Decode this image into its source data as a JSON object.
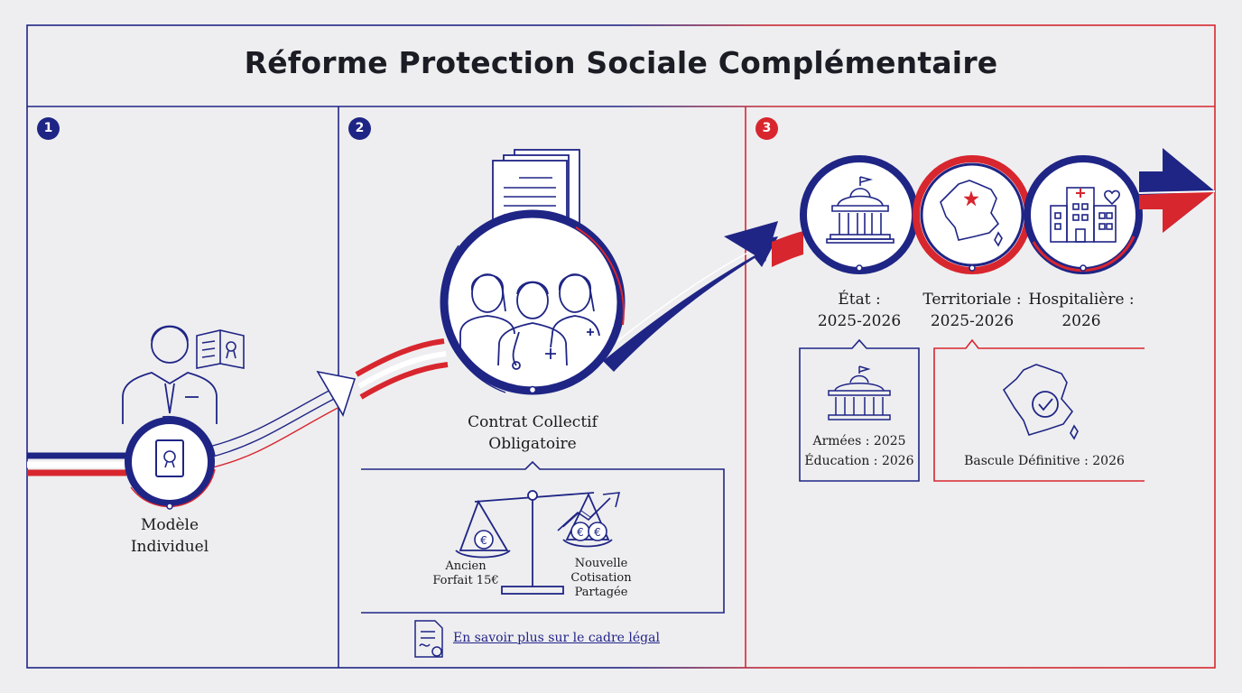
{
  "title": "Réforme Protection Sociale Complémentaire",
  "steps": [
    {
      "number": "1",
      "label_line1": "Modèle",
      "label_line2": "Individuel"
    },
    {
      "number": "2",
      "label_line1": "Contrat Collectif",
      "label_line2": "Obligatoire"
    },
    {
      "number": "3"
    }
  ],
  "comparison": {
    "old_line1": "Ancien",
    "old_line2": "Forfait 15€",
    "new_line1": "Nouvelle",
    "new_line2": "Cotisation",
    "new_line3": "Partagée"
  },
  "link_text": "En savoir plus sur le cadre légal",
  "sectors": [
    {
      "name": "État :",
      "dates": "2025-2026"
    },
    {
      "name": "Territoriale :",
      "dates": "2025-2026"
    },
    {
      "name": "Hospitalière :",
      "dates": "2026"
    }
  ],
  "etat_detail": {
    "line1": "Armées : 2025",
    "line2": "Éducation : 2026"
  },
  "territoriale_detail": {
    "line1": "Bascule Définitive : 2026"
  },
  "colors": {
    "blue": "#1f2585",
    "red": "#d8262e",
    "white": "#ffffff",
    "background": "#eeeef0"
  },
  "icons": [
    "person-icon",
    "handbook-icon",
    "document-icon",
    "signature-icon",
    "healthcare-team-icon",
    "scale-icon",
    "euro-coin-icon",
    "growth-arrow-icon",
    "legal-document-icon",
    "government-building-icon",
    "france-map-icon",
    "hospital-icon",
    "check-icon"
  ]
}
